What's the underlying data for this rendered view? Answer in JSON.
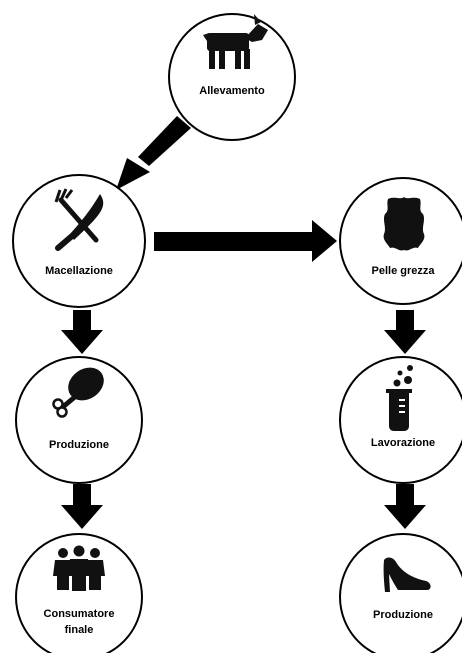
{
  "nodes": {
    "allevamento": {
      "label": "Allevamento",
      "icon": "goat-icon"
    },
    "macellazione": {
      "label": "Macellazione",
      "icon": "fork-knife-icon"
    },
    "pelle_grezza": {
      "label": "Pelle grezza",
      "icon": "leather-hide-icon"
    },
    "produzione_carne": {
      "label": "Produzione",
      "icon": "chicken-leg-icon"
    },
    "lavorazione": {
      "label": "Lavorazione",
      "icon": "beaker-icon"
    },
    "consumatore_finale": {
      "label_line1": "Consumatore",
      "label_line2": "finale",
      "icon": "people-group-icon"
    },
    "produzione_scarpe": {
      "label": "Produzione",
      "icon": "high-heel-icon"
    }
  },
  "edges": [
    {
      "from": "Allevamento",
      "to": "Macellazione"
    },
    {
      "from": "Macellazione",
      "to": "Pelle grezza"
    },
    {
      "from": "Macellazione",
      "to": "Produzione"
    },
    {
      "from": "Produzione",
      "to": "Consumatore finale"
    },
    {
      "from": "Pelle grezza",
      "to": "Lavorazione"
    },
    {
      "from": "Lavorazione",
      "to": "Produzione"
    }
  ],
  "colors": {
    "stroke": "#000000",
    "fill": "#ffffff",
    "icon": "#111111"
  }
}
